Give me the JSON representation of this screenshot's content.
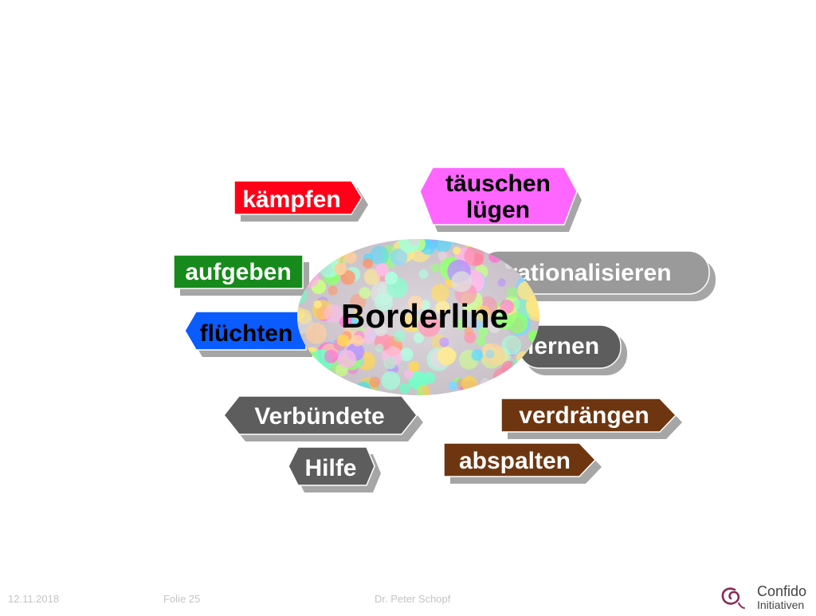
{
  "diagram": {
    "center": {
      "label": "Borderline"
    },
    "labels": {
      "kaempfen": "kämpfen",
      "taeuschen_line1": "täuschen",
      "taeuschen_line2": "lügen",
      "aufgeben": "aufgeben",
      "rationalisieren": "rationalisieren",
      "fluechten": "flüchten",
      "lernen": "lernen",
      "verbuendete": "Verbündete",
      "verdraengen": "verdrängen",
      "hilfe": "Hilfe",
      "abspalten": "abspalten"
    },
    "colors": {
      "red": "#ff0018",
      "magenta": "#ff66ff",
      "green": "#168a1a",
      "gray_light": "#9a9a9a",
      "blue": "#0a5cff",
      "gray_dark": "#5d5d5d",
      "brown": "#6e3610",
      "shadow": "#a6a6a6",
      "logo_accent": "#8a2a55"
    }
  },
  "footer": {
    "date": "12.11.2018",
    "slide": "Folie 25",
    "author": "Dr. Peter Schopf"
  },
  "logo": {
    "line1": "Confido",
    "line2": "Initiativen"
  }
}
